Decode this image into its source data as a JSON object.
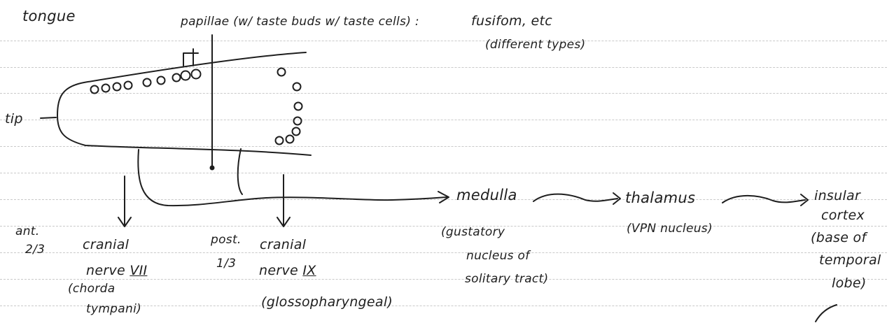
{
  "title": "tongue",
  "papillae_label": "papillae (w/ taste buds w/ taste cells) :",
  "papillae_types": "fusifom, etc",
  "papillae_types_note": "(different types)",
  "tip_label": "tip",
  "anterior": {
    "fraction_top": "ant.",
    "fraction_bottom": "2/3",
    "nerve_line1": "cranial",
    "nerve_line2_prefix": "nerve",
    "nerve_numeral": "VII",
    "branch_line1": "(chorda",
    "branch_line2": "tympani)"
  },
  "posterior": {
    "fraction_top": "post.",
    "fraction_bottom": "1/3",
    "nerve_line1": "cranial",
    "nerve_line2_prefix": "nerve",
    "nerve_numeral": "IX",
    "branch": "(glossopharyngeal)"
  },
  "pathway": {
    "medulla": "medulla",
    "medulla_note1": "(gustatory",
    "medulla_note2": "nucleus of",
    "medulla_note3": "solitary tract)",
    "thalamus": "thalamus",
    "thalamus_note": "(VPN nucleus)",
    "cortex1": "insular",
    "cortex2": "cortex",
    "cortex_note1": "(base of",
    "cortex_note2": "temporal",
    "cortex_note3": "lobe)"
  },
  "colors": {
    "ink": "#1e1e1e",
    "rule": "#c9c9c9",
    "paper": "#ffffff"
  }
}
